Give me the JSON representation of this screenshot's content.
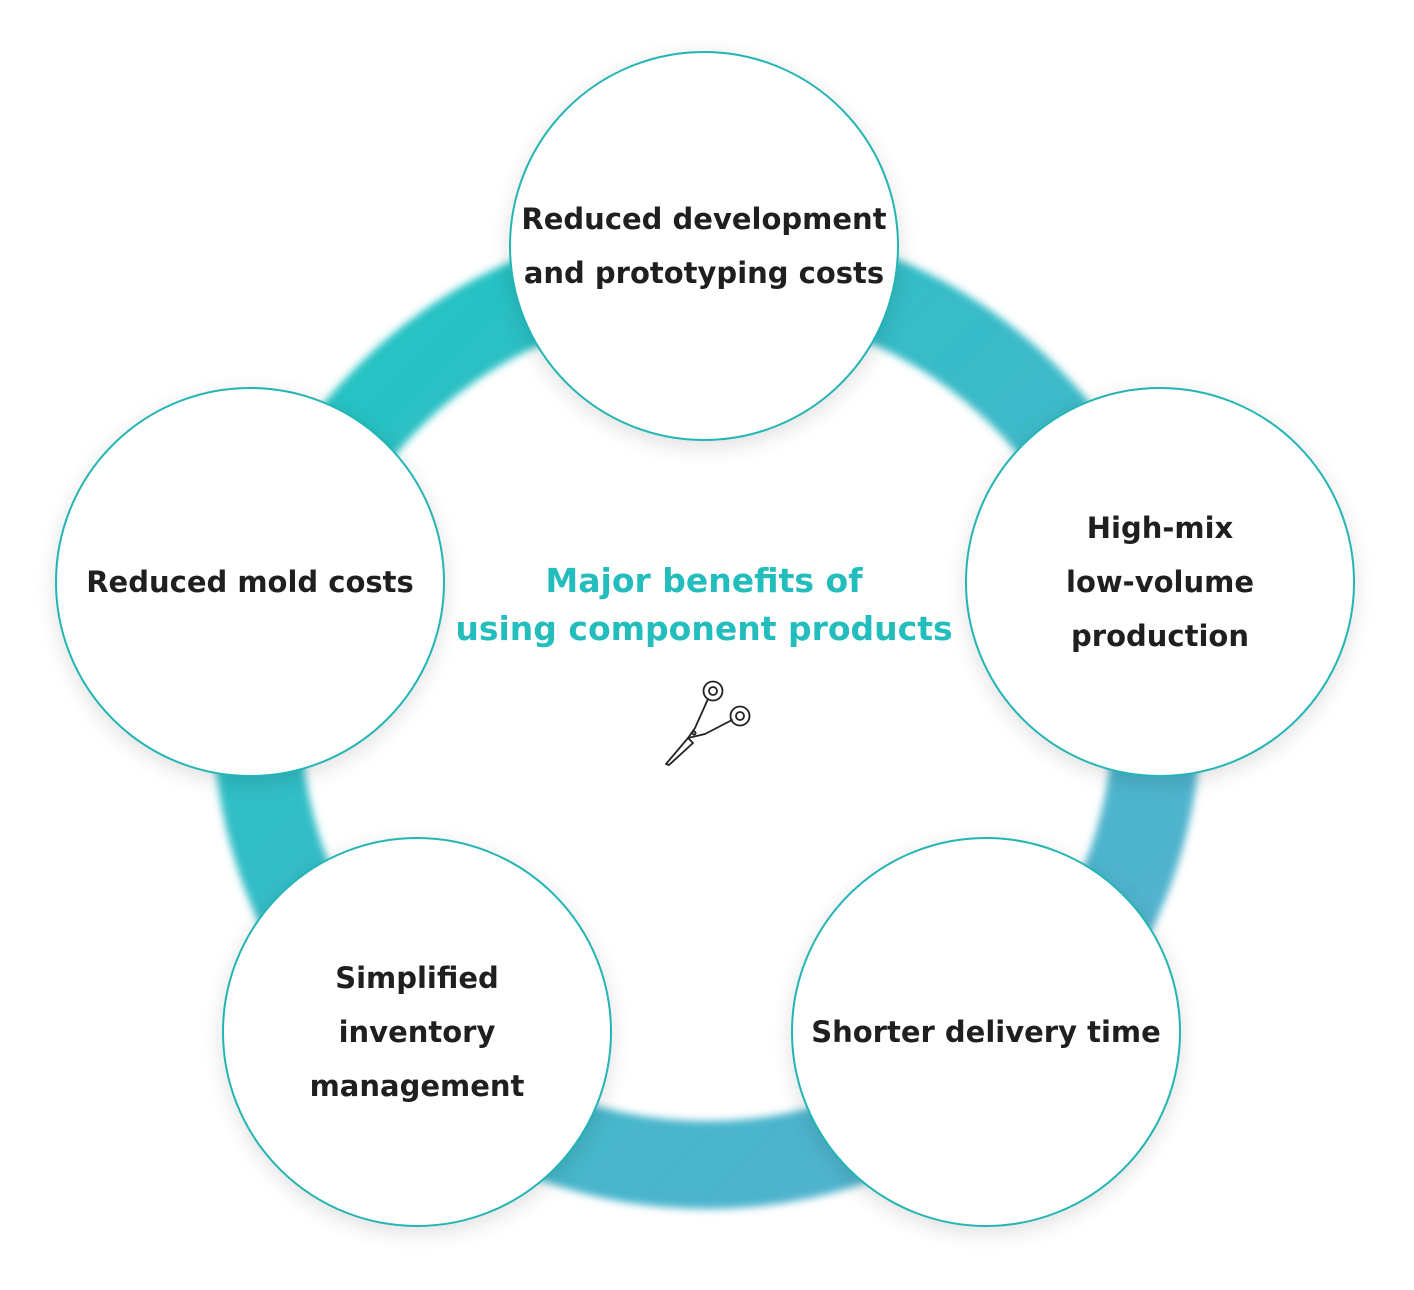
{
  "title": "Major benefits of\nusing component products",
  "center_icon": "scissors-icon",
  "colors": {
    "accent": "#24bdbd",
    "ring_start": "#1fc4c2",
    "ring_end": "#5ab0d0",
    "circle_border": "#22b5b4",
    "text": "#1f1f1f"
  },
  "benefits": [
    {
      "label": "Reduced development\nand prototyping costs"
    },
    {
      "label": "High-mix\nlow-volume production"
    },
    {
      "label": "Shorter delivery time"
    },
    {
      "label": "Simplified\ninventory management"
    },
    {
      "label": "Reduced mold costs"
    }
  ]
}
